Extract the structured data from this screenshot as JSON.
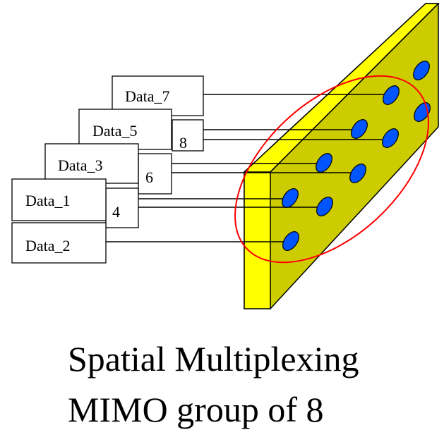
{
  "labels": {
    "data_7": "Data_7",
    "data_8": "8",
    "data_5": "Data_5",
    "data_6": "6",
    "data_3": "Data_3",
    "data_4": "4",
    "data_1": "Data_1",
    "data_2": "Data_2"
  },
  "caption": {
    "line1": "Spatial Multiplexing",
    "line2": "MIMO group of 8"
  },
  "colors": {
    "panel_front": "#ffff00",
    "panel_face": "#cccc00",
    "antenna_fill": "#0055ff",
    "group_ellipse": "#ff0000"
  }
}
